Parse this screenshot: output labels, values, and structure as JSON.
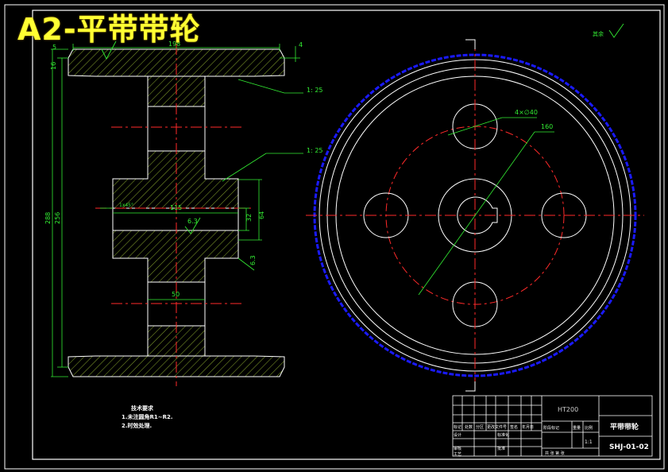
{
  "overlay_title": "A2-平带带轮",
  "roughness_other": "其余",
  "dims": {
    "overall_width": "198",
    "top_4": "4",
    "top_5": "5",
    "top_16": "16",
    "taper_upper": "1: 25",
    "taper_lower": "1: 25",
    "total_height": "288",
    "inner_height": "256",
    "chamfer": "1x45°",
    "bore_length": "115",
    "bore_dia": "32",
    "hub_dia": "64",
    "rough_6_3_a": "6.3",
    "rough_6_3_b": "6.3",
    "web_width": "50",
    "holes": "4×∅40",
    "pcd": "160"
  },
  "notes": {
    "heading": "技术要求",
    "line1": "1.未注圆角R1~R2.",
    "line2": "2.时效处理."
  },
  "titleblock": {
    "material": "HT200",
    "part_name": "平带带轮",
    "drawing_no": "SHJ-01-02",
    "scale": "1:1",
    "h1": "标记",
    "h2": "处数",
    "h3": "分区",
    "h4": "更改文件号",
    "h5": "签名",
    "h6": "年月日",
    "designer": "设计",
    "standard": "标准化",
    "stage": "阶段标记",
    "weight": "重量",
    "ratio": "比例",
    "checker": "审核",
    "process": "工艺",
    "approve": "批准",
    "sheets": "共 张 第 张"
  },
  "colors": {
    "frame": "#ffffff",
    "hatch": "#7f9a2a",
    "dim": "#33ee33",
    "center": "#ff2a2a",
    "rim": "#1a1aff",
    "title": "#ffff33"
  }
}
